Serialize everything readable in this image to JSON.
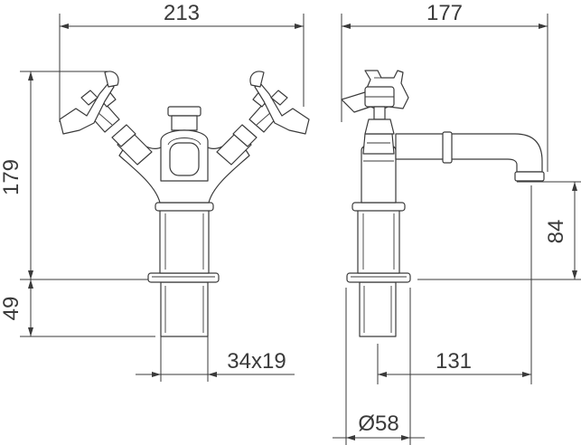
{
  "dimensions": {
    "front_width": "213",
    "side_width": "177",
    "front_height": "179",
    "base_height": "49",
    "shank_size": "34x19",
    "spout_height": "84",
    "spout_reach": "131",
    "base_diameter": "Ø58"
  }
}
